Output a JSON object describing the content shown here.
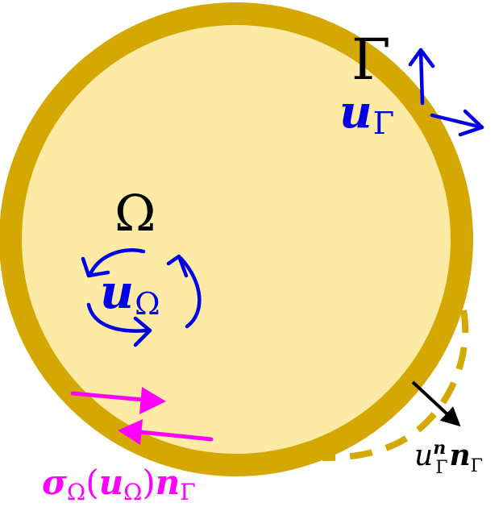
{
  "labels": {
    "domain_symbol": "Ω",
    "boundary_symbol": "Γ",
    "interior_velocity": {
      "main": "u",
      "sub": "Ω"
    },
    "boundary_velocity": {
      "main": "u",
      "sub": "Γ"
    },
    "normal_velocity": {
      "u": "u",
      "u_sub": "Γ",
      "u_sup": "n",
      "n": "n",
      "n_sub": "Γ"
    },
    "traction": {
      "sigma": "σ",
      "sigma_sub": "Ω",
      "open": "(",
      "u": "u",
      "u_sub": "Ω",
      "close": ")",
      "n": "n",
      "n_sub": "Γ"
    }
  },
  "colors": {
    "domain_fill": "#FDEBA5",
    "boundary": "#D4A800",
    "velocity": "#0000E6",
    "traction": "#FF00FF",
    "normal": "#000000",
    "text": "#000000"
  }
}
